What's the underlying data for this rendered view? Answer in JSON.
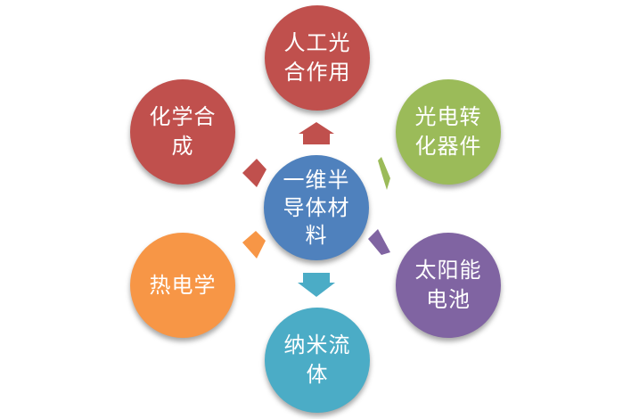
{
  "diagram": {
    "center": {
      "label": "一维半导体材料",
      "color": "#4f81bd"
    },
    "nodes": [
      {
        "id": "photosynthesis",
        "label": "人工光合作用",
        "color": "#c0504d"
      },
      {
        "id": "optoelectronic",
        "label": "光电转化器件",
        "color": "#9bbb59"
      },
      {
        "id": "solar",
        "label": "太阳能电池",
        "color": "#8064a2"
      },
      {
        "id": "nanofluid",
        "label": "纳米流体",
        "color": "#4bacc6"
      },
      {
        "id": "thermoelectric",
        "label": "热电学",
        "color": "#f79646"
      },
      {
        "id": "chemical",
        "label": "化学合成",
        "color": "#c0504d"
      }
    ]
  }
}
